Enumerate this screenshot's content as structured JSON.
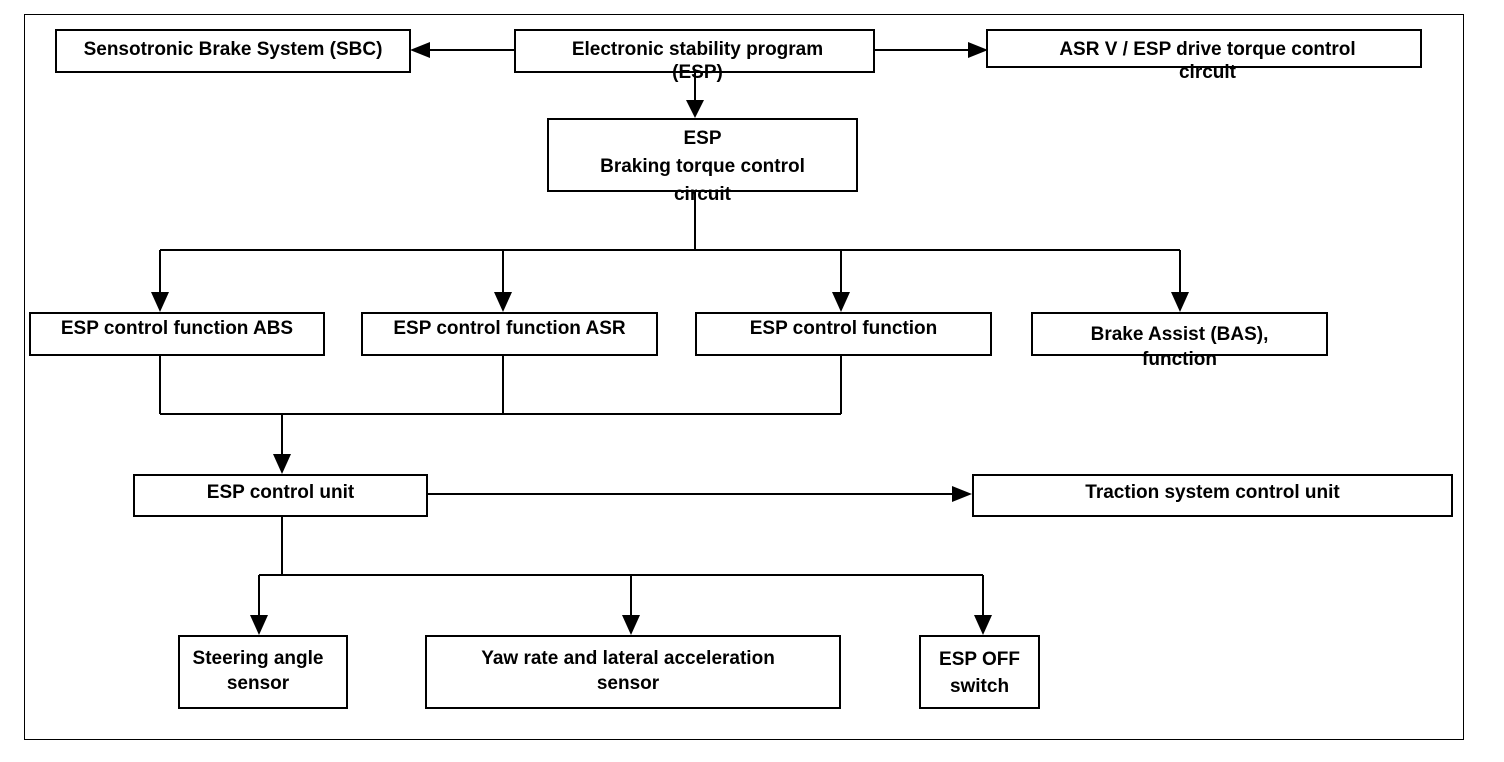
{
  "diagram": {
    "nodes": {
      "esp_program": "Electronic stability program\n(ESP)",
      "sbc": "Sensotronic Brake System (SBC)",
      "asr_drive": "ASR V / ESP drive torque control\ncircuit",
      "braking_circuit": "ESP\nBraking torque control\ncircuit",
      "abs_function": "ESP control function ABS",
      "asr_function": "ESP control function ASR",
      "esp_function": "ESP control function",
      "bas_function": "Brake Assist (BAS),\nfunction",
      "control_unit": "ESP control unit",
      "traction_unit": "Traction system control unit",
      "steering_sensor": "Steering angle\nsensor",
      "yaw_sensor": "Yaw rate and lateral acceleration\nsensor",
      "esp_off_switch": "ESP OFF\nswitch"
    },
    "colors": {
      "line": "#000000",
      "box_fill": "#ffffff",
      "text": "#000000"
    }
  }
}
